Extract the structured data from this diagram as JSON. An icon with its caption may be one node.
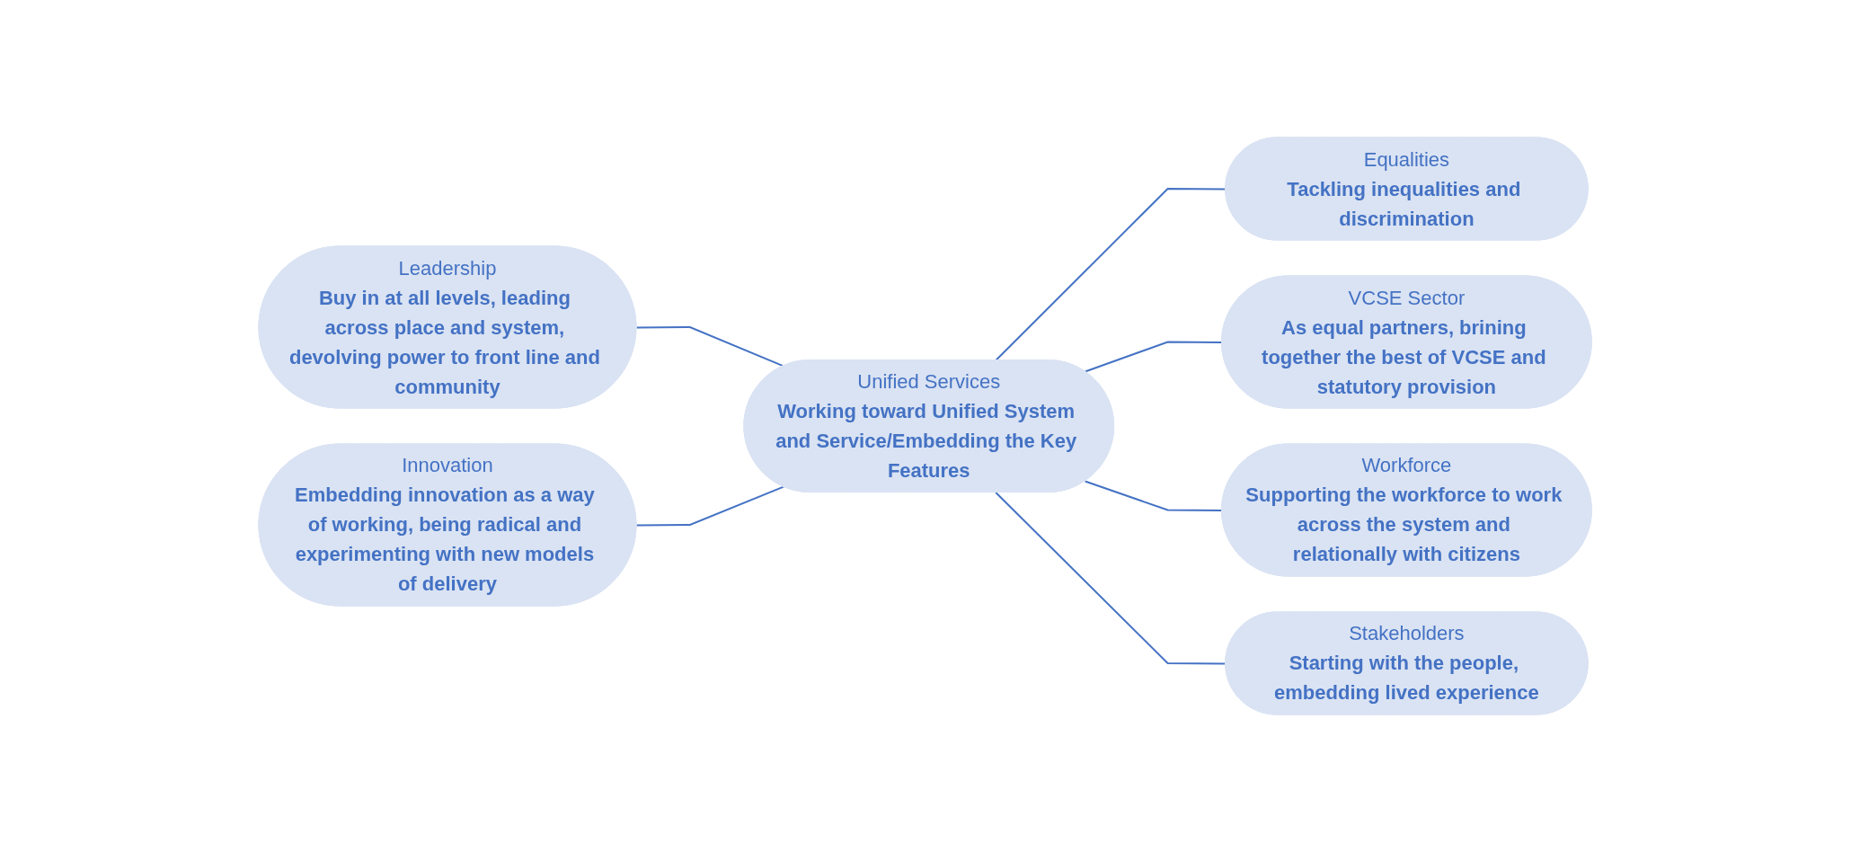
{
  "diagram": {
    "nodes": [
      {
        "text": [
          "Leadership",
          "Buy in at all levels, leading across place and system, devolving power to front line and community"
        ]
      },
      {
        "text": [
          "Equalities",
          "Tackling inequalities and discrimination"
        ]
      },
      {
        "text": [
          "Unified Services",
          "Working toward Unified System and Service/Embedding the Key Features"
        ]
      },
      {
        "text": [
          "Innovation",
          "Embedding innovation as a way of working, being radical and experimenting with new models of delivery"
        ]
      },
      {
        "text": [
          "VCSE Sector",
          "As equal partners, brining together the best of VCSE and statutory provision"
        ]
      },
      {
        "text": [
          "Workforce",
          "Supporting the workforce to work across the system and relationally with citizens"
        ]
      },
      {
        "text": [
          "Stakeholders",
          "Starting with the people, embedding lived experience"
        ]
      }
    ],
    "edges": [
      {
        "from": 0,
        "to": 2,
        "arrow": "none"
      },
      {
        "from": 2,
        "to": 1,
        "arrow": "none"
      },
      {
        "from": 3,
        "to": 2,
        "arrow": "none"
      },
      {
        "from": 2,
        "to": 4,
        "arrow": "none"
      },
      {
        "from": 2,
        "to": 5,
        "arrow": "none"
      },
      {
        "from": 2,
        "to": 6,
        "arrow": "none"
      }
    ]
  }
}
